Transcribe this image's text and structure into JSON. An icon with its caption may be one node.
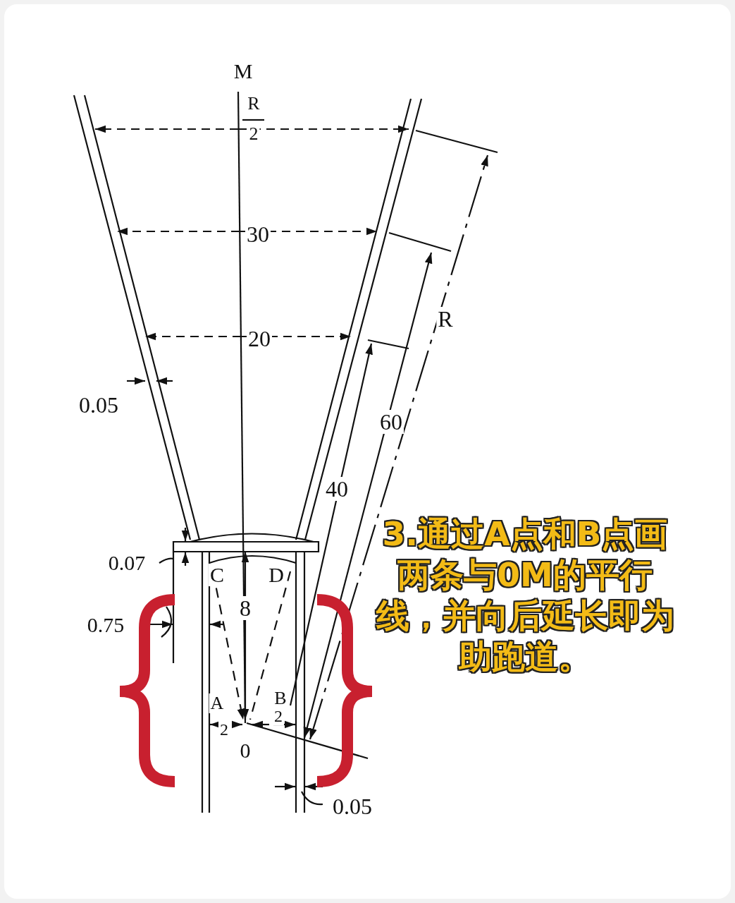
{
  "diagram": {
    "labels": [
      "M",
      "R",
      "2",
      "30",
      "20",
      "R",
      "0.05",
      "60",
      "40",
      "0.07",
      "C",
      "D",
      "8",
      "0.75",
      "A",
      "B",
      "2",
      "2",
      "0",
      "0.05",
      "3.通过A点和B点画两条与0M的平行线，并向后延长即为助跑道。"
    ]
  }
}
